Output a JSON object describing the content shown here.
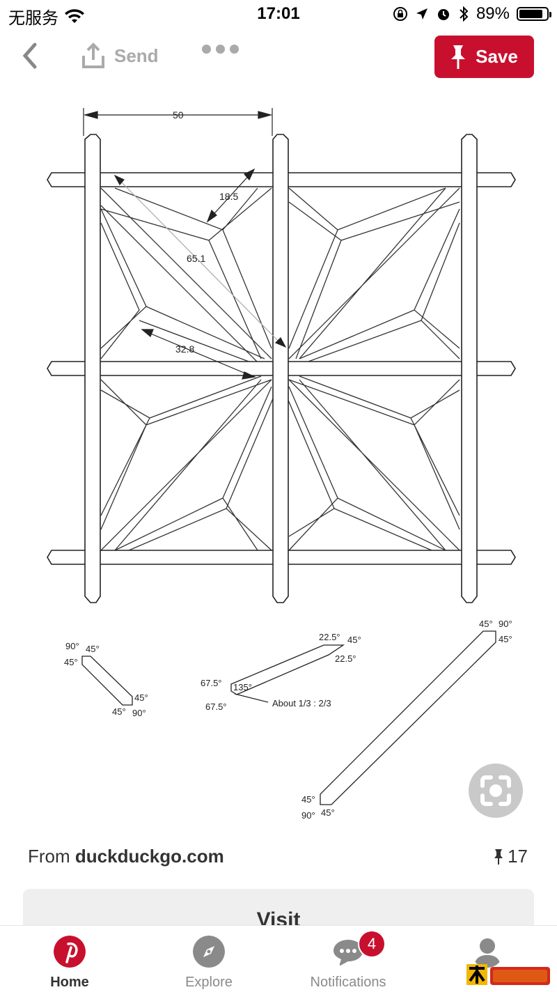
{
  "status_bar": {
    "carrier": "无服务",
    "time": "17:01",
    "battery_pct": "89%",
    "battery_level": 0.89
  },
  "header": {
    "send_label": "Send",
    "save_label": "Save"
  },
  "pin": {
    "diagram_labels": {
      "dim_width": "50",
      "dim_diag_top": "18.5",
      "dim_long": "65.1",
      "dim_mid": "32.8"
    },
    "part_a": {
      "a1": "90°",
      "a2": "45°",
      "a3": "45°",
      "a4": "45°",
      "a5": "45°",
      "a6": "90°"
    },
    "part_b": {
      "a1": "22.5°",
      "a2": "45°",
      "a3": "22.5°",
      "a4": "67.5°",
      "a5": "135°",
      "a6": "67.5°",
      "note": "About 1/3 : 2/3"
    },
    "part_c": {
      "a1": "45°",
      "a2": "90°",
      "a3": "45°",
      "a4": "45°",
      "a5": "90°",
      "a6": "45°"
    }
  },
  "source": {
    "prefix": "From ",
    "domain": "duckduckgo.com",
    "pin_count": "17"
  },
  "visit_label": "Visit",
  "tabs": [
    {
      "label": "Home"
    },
    {
      "label": "Explore"
    },
    {
      "label": "Notifications",
      "badge": "4"
    },
    {
      "label": ""
    }
  ],
  "colors": {
    "brand": "#c8102e",
    "muted": "#8a8a8a"
  }
}
